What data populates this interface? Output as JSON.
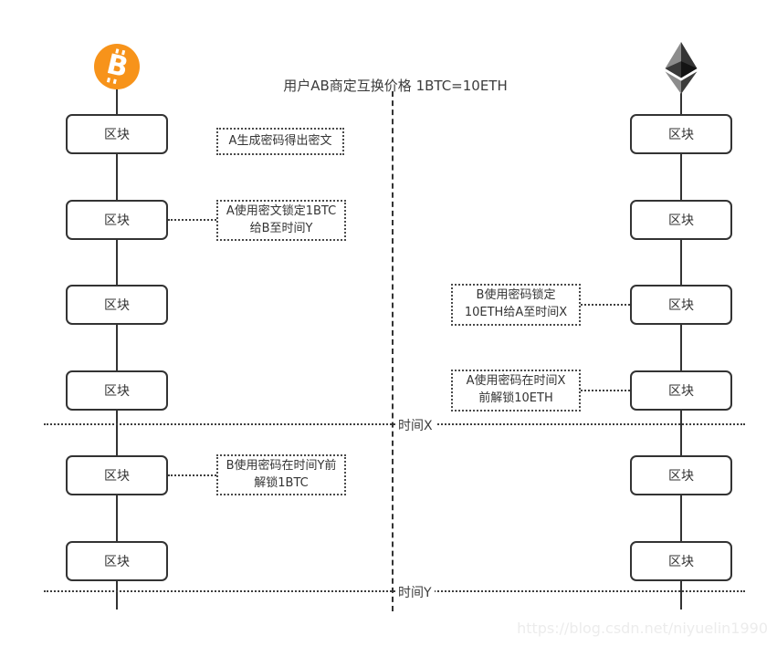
{
  "meta": {
    "background": "#ffffff",
    "line_color": "#333333",
    "btc_orange": "#f7931a",
    "eth_gray_light": "#8c8c8c",
    "eth_gray_dark": "#343434",
    "watermark_color": "#ececec"
  },
  "title": "用户AB商定互换价格 1BTC=10ETH",
  "btc_symbol": "B",
  "left_chain": {
    "coin": "bitcoin",
    "blocks": [
      "区块",
      "区块",
      "区块",
      "区块",
      "区块",
      "区块"
    ]
  },
  "right_chain": {
    "coin": "ethereum",
    "blocks": [
      "区块",
      "区块",
      "区块",
      "区块",
      "区块",
      "区块"
    ]
  },
  "annotations": [
    {
      "id": "gen-secret",
      "lines": [
        "A生成密码得出密文"
      ]
    },
    {
      "id": "lock-btc",
      "lines": [
        "A使用密文锁定1BTC",
        "给B至时间Y"
      ]
    },
    {
      "id": "lock-eth",
      "lines": [
        "B使用密码锁定",
        "10ETH给A至时间X"
      ]
    },
    {
      "id": "unlock-eth",
      "lines": [
        "A使用密码在时间X",
        "前解锁10ETH"
      ]
    },
    {
      "id": "unlock-btc",
      "lines": [
        "B使用密码在时间Y前",
        "解锁1BTC"
      ]
    }
  ],
  "timelines": [
    {
      "label": "时间X"
    },
    {
      "label": "时间Y"
    }
  ],
  "watermark": "https://blog.csdn.net/niyuelin1990"
}
